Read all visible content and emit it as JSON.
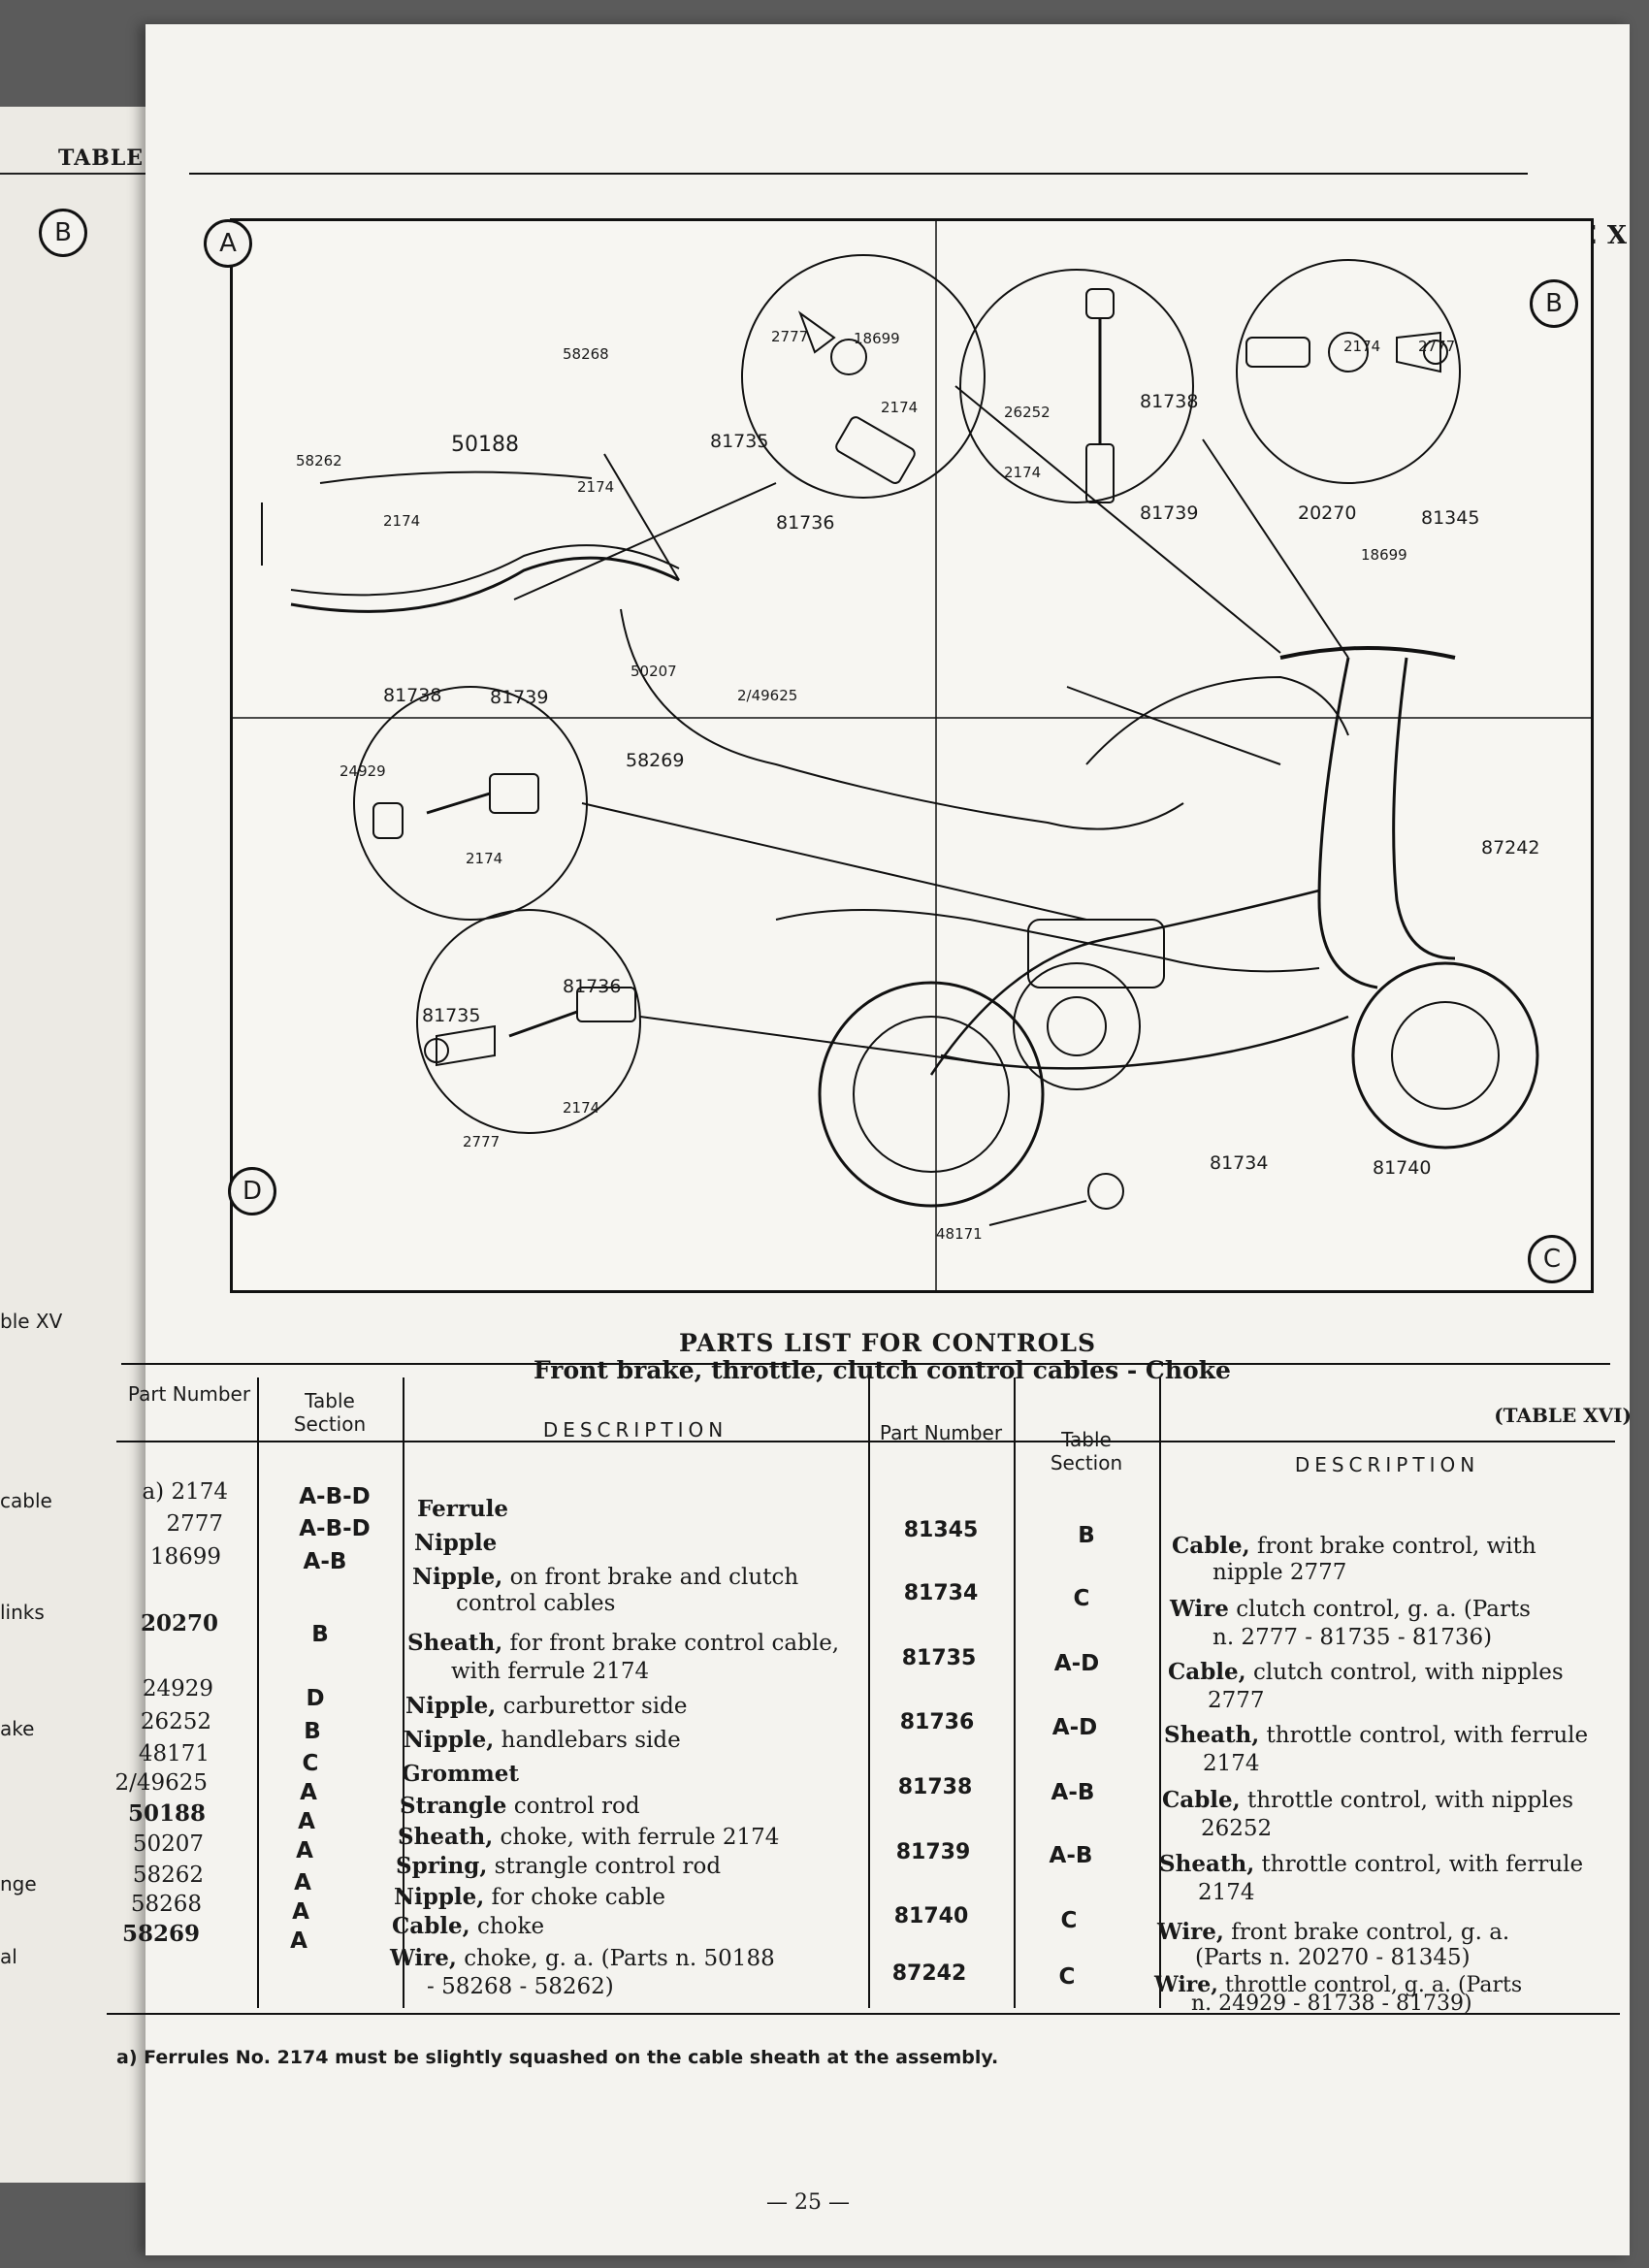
{
  "prev_page": {
    "header": "TABLE",
    "circle": "B",
    "fragments": [
      "ble XV",
      "cable",
      "links",
      "ake",
      "nge",
      "al"
    ]
  },
  "page_header": {
    "table_label": "TABLE X"
  },
  "diagram": {
    "sections": [
      "A",
      "B",
      "C",
      "D"
    ],
    "labels": {
      "l58268": "58268",
      "l50188": "50188",
      "l58262": "58262",
      "l2174a": "2174",
      "l2174b": "2174",
      "l2777a": "2777",
      "l18699a": "18699",
      "l2174c": "2174",
      "l81735a": "81735",
      "l81736a": "81736",
      "l50207": "50207",
      "l249625": "2/49625",
      "l26252": "26252",
      "l81738a": "81738",
      "l2174d": "2174",
      "l81739a": "81739",
      "l2174e": "2174",
      "l2777b": "2777",
      "l20270": "20270",
      "l81345": "81345",
      "l18699b": "18699",
      "l81738b": "81738",
      "l81739b": "81739",
      "l24929": "24929",
      "l2174f": "2174",
      "l58269": "58269",
      "l87242": "87242",
      "l81734": "81734",
      "l81740": "81740",
      "l48171": "48171",
      "l81736b": "81736",
      "l81735b": "81735",
      "l2777c": "2777",
      "l2174g": "2174"
    }
  },
  "parts_list": {
    "title": "PARTS LIST FOR CONTROLS",
    "subtitle": "Front brake, throttle, clutch control cables - Choke",
    "table_ref": "(TABLE XVI)",
    "headers": {
      "part_number": "Part Number",
      "table_section": "Table Section",
      "description": "DESCRIPTION"
    },
    "left": [
      {
        "part": "a) 2174",
        "section": "A-B-D",
        "name": "Ferrule",
        "desc": ""
      },
      {
        "part": "2777",
        "section": "A-B-D",
        "name": "Nipple",
        "desc": ""
      },
      {
        "part": "18699",
        "section": "A-B",
        "name": "Nipple,",
        "desc": "on front brake and clutch",
        "desc2": "control cables"
      },
      {
        "part": "20270",
        "section": "B",
        "name": "Sheath,",
        "desc": "for front brake control cable,",
        "desc2": "with ferrule 2174"
      },
      {
        "part": "24929",
        "section": "D",
        "name": "Nipple,",
        "desc": "carburettor side"
      },
      {
        "part": "26252",
        "section": "B",
        "name": "Nipple,",
        "desc": "handlebars side"
      },
      {
        "part": "48171",
        "section": "C",
        "name": "Grommet",
        "desc": ""
      },
      {
        "part": "2/49625",
        "section": "A",
        "name": "Strangle",
        "desc": "control rod"
      },
      {
        "part": "50188",
        "section": "A",
        "name": "Sheath,",
        "desc": "choke, with ferrule 2174"
      },
      {
        "part": "50207",
        "section": "A",
        "name": "Spring,",
        "desc": "strangle control rod"
      },
      {
        "part": "58262",
        "section": "A",
        "name": "Nipple,",
        "desc": "for choke cable"
      },
      {
        "part": "58268",
        "section": "A",
        "name": "Cable,",
        "desc": "choke"
      },
      {
        "part": "58269",
        "section": "A",
        "name": "Wire,",
        "desc": "choke, g. a. (Parts n. 50188",
        "desc2": "- 58268 - 58262)"
      }
    ],
    "right": [
      {
        "part": "81345",
        "section": "B",
        "name": "Cable,",
        "desc": "front brake control, with",
        "desc2": "nipple 2777"
      },
      {
        "part": "81734",
        "section": "C",
        "name": "Wire",
        "desc": "clutch control, g. a. (Parts",
        "desc2": "n. 2777 - 81735 - 81736)"
      },
      {
        "part": "81735",
        "section": "A-D",
        "name": "Cable,",
        "desc": "clutch control, with nipples",
        "desc2": "2777"
      },
      {
        "part": "81736",
        "section": "A-D",
        "name": "Sheath,",
        "desc": "throttle control, with ferrule",
        "desc2": "2174"
      },
      {
        "part": "81738",
        "section": "A-B",
        "name": "Cable,",
        "desc": "throttle control, with nipples",
        "desc2": "26252"
      },
      {
        "part": "81739",
        "section": "A-B",
        "name": "Sheath,",
        "desc": "throttle control, with ferrule",
        "desc2": "2174"
      },
      {
        "part": "81740",
        "section": "C",
        "name": "Wire,",
        "desc": "front brake control, g. a.",
        "desc2": "(Parts n. 20270 - 81345)"
      },
      {
        "part": "87242",
        "section": "C",
        "name": "Wire,",
        "desc": "throttle control, g. a. (Parts",
        "desc2": "n. 24929 - 81738 - 81739)"
      }
    ],
    "footnote": "a) Ferrules No. 2174 must be slightly squashed on the cable sheath at the assembly.",
    "page_number": "— 25 —"
  }
}
